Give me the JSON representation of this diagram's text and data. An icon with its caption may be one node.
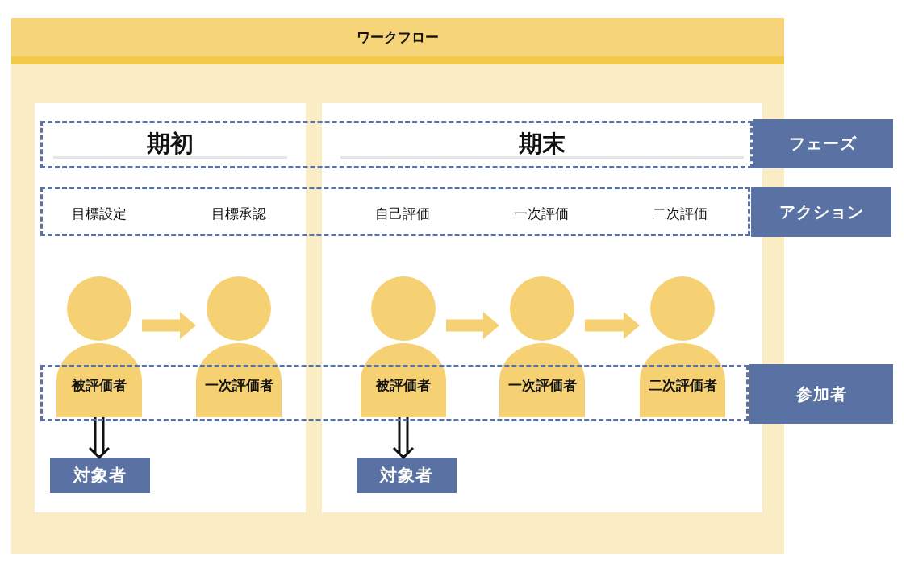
{
  "diagram": {
    "nodes": [
      {
        "text": [
          "ワークフロー"
        ]
      },
      {
        "text": [
          "期初"
        ],
        "in": 0
      },
      {
        "text": [
          "期末"
        ],
        "in": 0
      },
      {
        "text": [
          "フェーズ"
        ]
      },
      {
        "text": [
          "アクション"
        ]
      },
      {
        "text": [
          "被評価者"
        ],
        "in": 1
      },
      {
        "text": [
          "一次評価者"
        ],
        "in": 1
      },
      {
        "text": [
          "被評価者"
        ],
        "in": 2
      },
      {
        "text": [
          "一次評価者"
        ],
        "in": 2
      },
      {
        "text": [
          "二次評価者"
        ],
        "in": 2
      },
      {
        "text": [
          "参加者"
        ]
      },
      {
        "text": [
          "対象者"
        ],
        "in": 1
      },
      {
        "text": [
          "対象者"
        ],
        "in": 2
      }
    ],
    "edges": [
      {
        "from": 5,
        "to": 6,
        "arrow": "to"
      },
      {
        "from": 7,
        "to": 8,
        "arrow": "to"
      },
      {
        "from": 8,
        "to": 9,
        "arrow": "to"
      },
      {
        "from": 5,
        "to": 11,
        "arrow": "to",
        "color": "#111111"
      },
      {
        "from": 7,
        "to": 12,
        "arrow": "to",
        "color": "#111111"
      }
    ],
    "labels": [
      "目標設定",
      "目標承認",
      "自己評価",
      "一次評価",
      "二次評価"
    ]
  }
}
